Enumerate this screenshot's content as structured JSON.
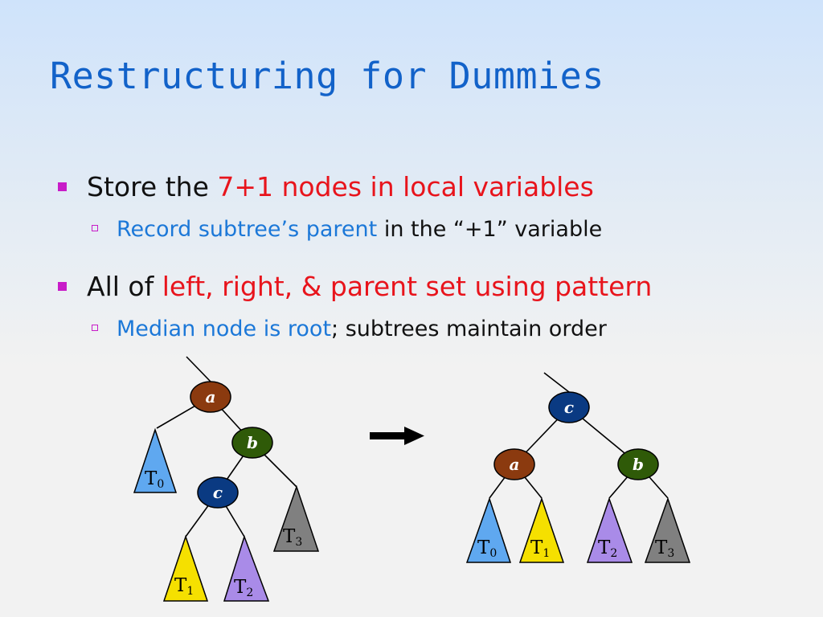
{
  "slide": {
    "title": "Restructuring for Dummies",
    "bullets": [
      {
        "lead": "Store the ",
        "highlight": "7+1 nodes in local variables"
      },
      {
        "highlight": "Record subtree’s parent",
        "tail": " in the “+1” variable"
      },
      {
        "lead": "All of ",
        "highlight": "left, right, & parent set using pattern"
      },
      {
        "highlight": "Median node is root",
        "tail": "; subtrees maintain order"
      }
    ]
  },
  "colors": {
    "title": "#1262c9",
    "highlight_red": "#e8141c",
    "highlight_blue": "#1c78d8",
    "bullet_marker": "#c81cc8",
    "node_a": "#8b3a0f",
    "node_b": "#2f5a08",
    "node_c": "#0a3a82",
    "T0": "#5fa8f0",
    "T1": "#f5e000",
    "T2": "#a98be8",
    "T3": "#808080"
  },
  "diagram": {
    "before": {
      "nodes": [
        {
          "id": "a",
          "label": "a"
        },
        {
          "id": "b",
          "label": "b"
        },
        {
          "id": "c",
          "label": "c"
        }
      ],
      "subtrees": [
        {
          "id": "T0",
          "base": "T",
          "sub": "0"
        },
        {
          "id": "T1",
          "base": "T",
          "sub": "1"
        },
        {
          "id": "T2",
          "base": "T",
          "sub": "2"
        },
        {
          "id": "T3",
          "base": "T",
          "sub": "3"
        }
      ]
    },
    "arrow": "right-arrow-icon",
    "after": {
      "nodes": [
        {
          "id": "c",
          "label": "c"
        },
        {
          "id": "a",
          "label": "a"
        },
        {
          "id": "b",
          "label": "b"
        }
      ],
      "subtrees": [
        {
          "id": "T0",
          "base": "T",
          "sub": "0"
        },
        {
          "id": "T1",
          "base": "T",
          "sub": "1"
        },
        {
          "id": "T2",
          "base": "T",
          "sub": "2"
        },
        {
          "id": "T3",
          "base": "T",
          "sub": "3"
        }
      ]
    }
  }
}
